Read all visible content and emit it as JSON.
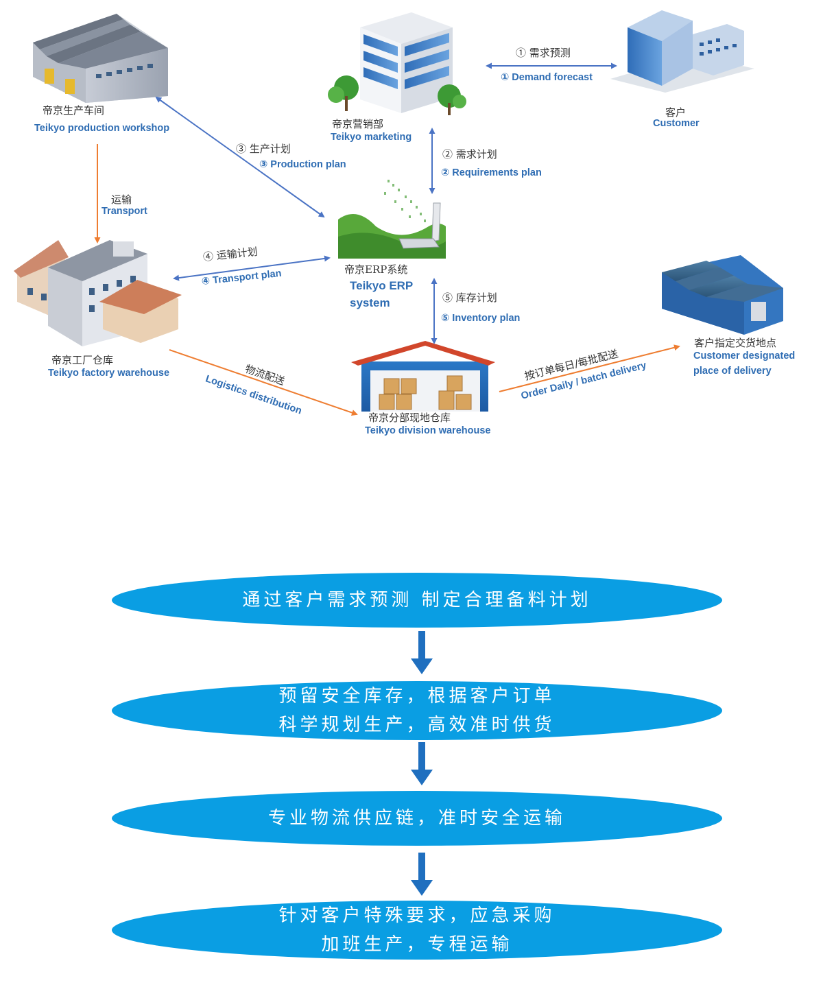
{
  "nodes": {
    "workshop": {
      "zh": "帝京生产车间",
      "en": "Teikyo production workshop"
    },
    "marketing": {
      "zh": "帝京营销部",
      "en": "Teikyo marketing"
    },
    "customer": {
      "zh": "客户",
      "en": "Customer"
    },
    "erp": {
      "zh": "帝京ERP系统",
      "en_line1": "Teikyo ERP",
      "en_line2": "system"
    },
    "factory_warehouse": {
      "zh": "帝京工厂仓库",
      "en": "Teikyo factory warehouse"
    },
    "division_warehouse": {
      "zh": "帝京分部现地仓库",
      "en": "Teikyo division warehouse"
    },
    "delivery_place": {
      "zh": "客户指定交货地点",
      "en_line1": "Customer designated",
      "en_line2": "place of delivery"
    }
  },
  "edges": {
    "demand_forecast": {
      "zh": "① 需求预测",
      "en": "① Demand forecast"
    },
    "requirements_plan": {
      "zh": "② 需求计划",
      "en": "② Requirements plan"
    },
    "production_plan": {
      "zh": "③ 生产计划",
      "en": "③ Production plan"
    },
    "transport_plan": {
      "zh": "④ 运输计划",
      "en": "④ Transport plan"
    },
    "inventory_plan": {
      "zh": "⑤ 库存计划",
      "en": "⑤ Inventory plan"
    },
    "transport": {
      "zh": "运输",
      "en": "Transport"
    },
    "logistics": {
      "zh": "物流配送",
      "en": "Logistics distribution"
    },
    "order_delivery": {
      "zh": "按订单每日/每批配送",
      "en": "Order Daily / batch delivery"
    }
  },
  "colors": {
    "blue_arrow": "#4a73c4",
    "orange_arrow": "#ee7d31",
    "label_blue": "#2f6db3",
    "step_fill": "#0a9ee3",
    "flow_arrow": "#1f6fbf"
  },
  "steps": [
    {
      "line1": "通过客户需求预测 制定合理备料计划"
    },
    {
      "line1": "预留安全库存，根据客户订单",
      "line2": "科学规划生产，高效准时供货"
    },
    {
      "line1": "专业物流供应链，准时安全运输"
    },
    {
      "line1": "针对客户特殊要求，应急采购",
      "line2": "加班生产，专程运输"
    }
  ]
}
